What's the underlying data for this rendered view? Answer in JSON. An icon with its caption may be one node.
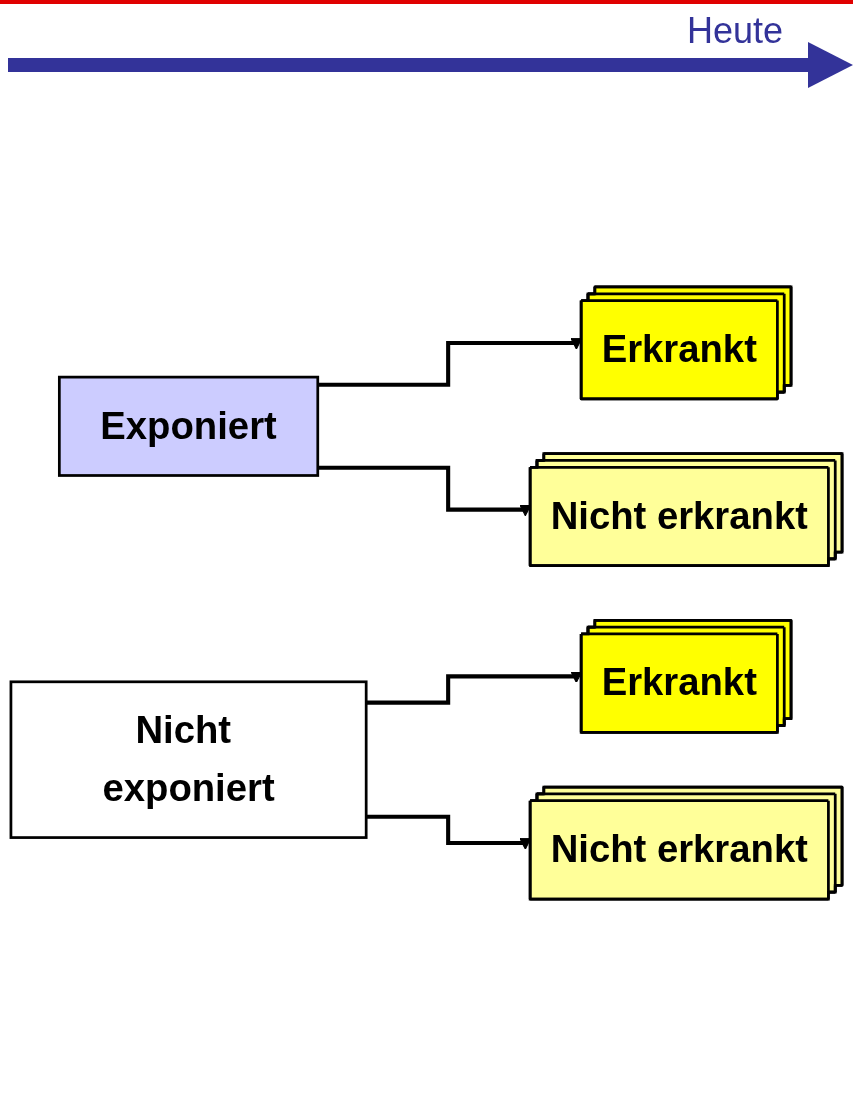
{
  "diagram": {
    "nodes": [
      {
        "text": [
          "Exponiert"
        ]
      },
      {
        "text": [
          "Erkrankt"
        ]
      },
      {
        "text": [
          "Nicht erkrankt"
        ]
      },
      {
        "text": [
          "Nicht exponiert"
        ]
      },
      {
        "text": [
          "Erkrankt"
        ]
      },
      {
        "text": [
          "Nicht erkrankt"
        ]
      }
    ],
    "edges": [
      {
        "from": 0,
        "to": 1,
        "arrow": "to"
      },
      {
        "from": 0,
        "to": 2,
        "arrow": "to"
      },
      {
        "from": 3,
        "to": 4,
        "arrow": "to"
      },
      {
        "from": 3,
        "to": 5,
        "arrow": "to"
      }
    ],
    "labels": [
      "Heute"
    ]
  }
}
